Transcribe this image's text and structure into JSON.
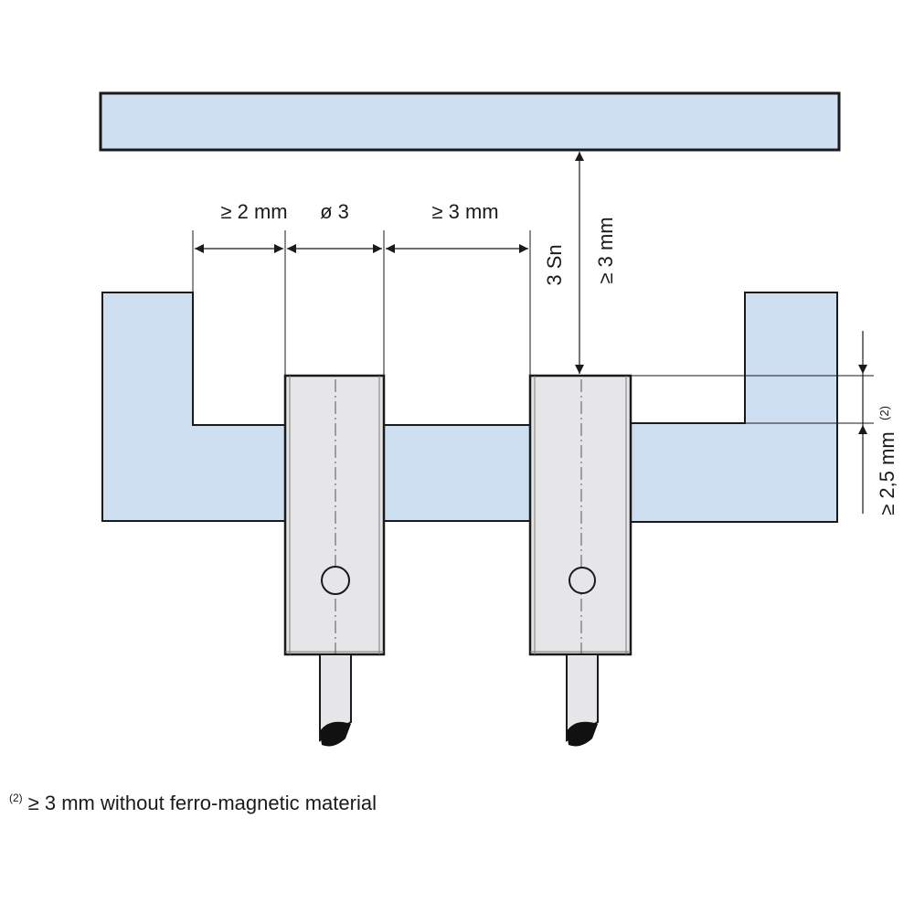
{
  "labels": {
    "gap_left": "≥ 2 mm",
    "diameter": "ø 3",
    "gap_between": "≥ 3 mm",
    "sensing_distance": "3 Sn",
    "gap_top": "≥ 3 mm",
    "protrusion": "≥ 2,5 mm",
    "protrusion_note_ref": "(2)"
  },
  "footnote": {
    "ref": "(2)",
    "text": "≥ 3 mm without ferro-magnetic material"
  },
  "colors": {
    "material_fill": "#cddff0",
    "sensor_fill": "#e6e6e8",
    "outline": "#1a1a1a"
  }
}
